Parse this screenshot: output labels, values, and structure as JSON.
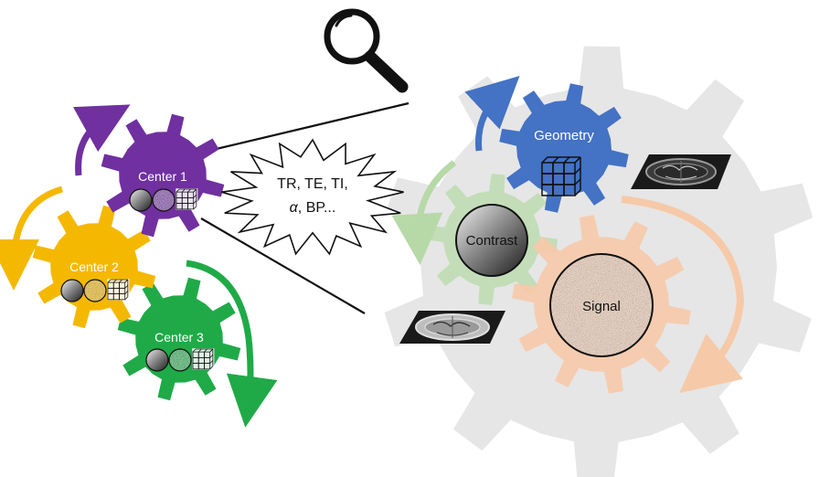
{
  "centers": [
    {
      "label": "Center 1",
      "color": "#7030A0"
    },
    {
      "label": "Center 2",
      "color": "#F5B800"
    },
    {
      "label": "Center 3",
      "color": "#1FAA47"
    }
  ],
  "burst_text": {
    "line1": "TR, TE, TI,",
    "line2_symbol": "α",
    "line2_rest": ", BP..."
  },
  "components": {
    "geometry": {
      "label": "Geometry",
      "color": "#4472C4"
    },
    "contrast": {
      "label": "Contrast",
      "color": "#B7D9A8"
    },
    "signal": {
      "label": "Signal",
      "color": "#F6C9A8"
    }
  },
  "colors": {
    "big_gear": "#E6E6E6",
    "outline": "#111111"
  },
  "icons": [
    "magnifier-icon",
    "contrast-disc-icon",
    "noise-disc-icon",
    "voxel-grid-icon",
    "brain-slice-icon"
  ]
}
